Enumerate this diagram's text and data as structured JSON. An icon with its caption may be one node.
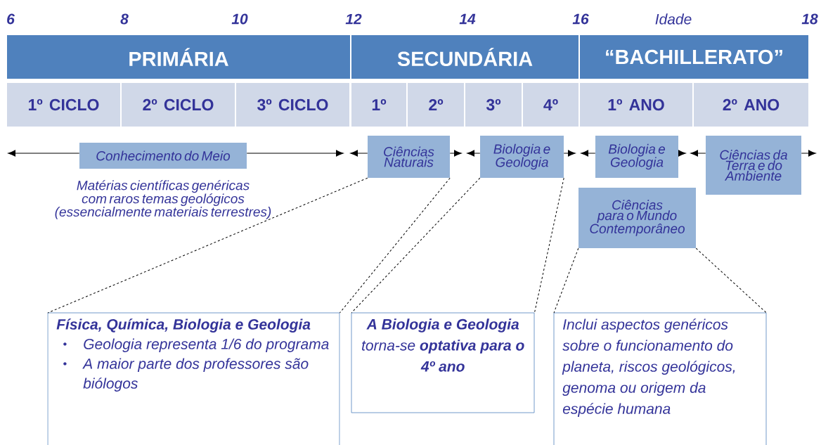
{
  "diagram": {
    "nodes": [
      {
        "text": [
          "PRIMÁRIA"
        ]
      },
      {
        "text": [
          "SECUNDÁRIA"
        ]
      },
      {
        "text": [
          "“BACHILLERATO”"
        ]
      },
      {
        "text": [
          "1º CICLO"
        ]
      },
      {
        "text": [
          "2º CICLO"
        ]
      },
      {
        "text": [
          "3º CICLO"
        ]
      },
      {
        "text": [
          "1º"
        ]
      },
      {
        "text": [
          "2º"
        ]
      },
      {
        "text": [
          "3º"
        ]
      },
      {
        "text": [
          "4º"
        ]
      },
      {
        "text": [
          "1º ANO"
        ]
      },
      {
        "text": [
          "2º ANO"
        ]
      },
      {
        "text": [
          "Conhecimento do Meio"
        ],
        "beside": [
          "Matérias científicas genéricas com raros temas geológicos (essencialmente materiais terrestres)"
        ]
      },
      {
        "text": [
          "Ciências Naturais"
        ]
      },
      {
        "text": [
          "Biologia e Geologia"
        ]
      },
      {
        "text": [
          "Biologia e Geologia"
        ]
      },
      {
        "text": [
          "Ciências da Terra e do Ambiente"
        ]
      },
      {
        "text": [
          "Ciências para o Mundo Contemporâneo"
        ]
      },
      {
        "text": [
          "Física, Química, Biologia e Geologia",
          "Geologia representa 1/6 do programa",
          "A maior parte dos professores são biólogos"
        ]
      },
      {
        "text": [
          "**A Biologia e Geologia** torna-se **optativa para o 4º ano**"
        ]
      },
      {
        "text": [
          "Inclui aspectos genéricos sobre o funcionamento do planeta, riscos geológicos, genoma ou origem da espécie humana"
        ]
      }
    ],
    "edges": [
      {
        "from": 12,
        "to": null,
        "arrow": "to"
      },
      {
        "from": 12,
        "to": null,
        "arrow": "to"
      },
      {
        "from": 13,
        "to": null,
        "arrow": "to"
      },
      {
        "from": 13,
        "to": null,
        "arrow": "to"
      },
      {
        "from": 14,
        "to": null,
        "arrow": "to"
      },
      {
        "from": 14,
        "to": null,
        "arrow": "to"
      },
      {
        "from": 15,
        "to": null,
        "arrow": "to"
      },
      {
        "from": 15,
        "to": null,
        "arrow": "to"
      },
      {
        "from": 16,
        "to": null,
        "arrow": "to"
      },
      {
        "from": 16,
        "to": null,
        "arrow": "to"
      },
      {
        "from": 13,
        "to": 18,
        "arrow": "none",
        "style": "dashed"
      },
      {
        "from": 13,
        "to": 18,
        "arrow": "none",
        "style": "dashed"
      },
      {
        "from": 14,
        "to": 19,
        "arrow": "none",
        "style": "dashed"
      },
      {
        "from": 14,
        "to": 19,
        "arrow": "none",
        "style": "dashed"
      },
      {
        "from": 17,
        "to": 20,
        "arrow": "none",
        "style": "dashed"
      },
      {
        "from": 17,
        "to": 20,
        "arrow": "none",
        "style": "dashed"
      }
    ],
    "labels": [
      "6",
      "8",
      "10",
      "12",
      "14",
      "16",
      "Idade",
      "18"
    ]
  }
}
